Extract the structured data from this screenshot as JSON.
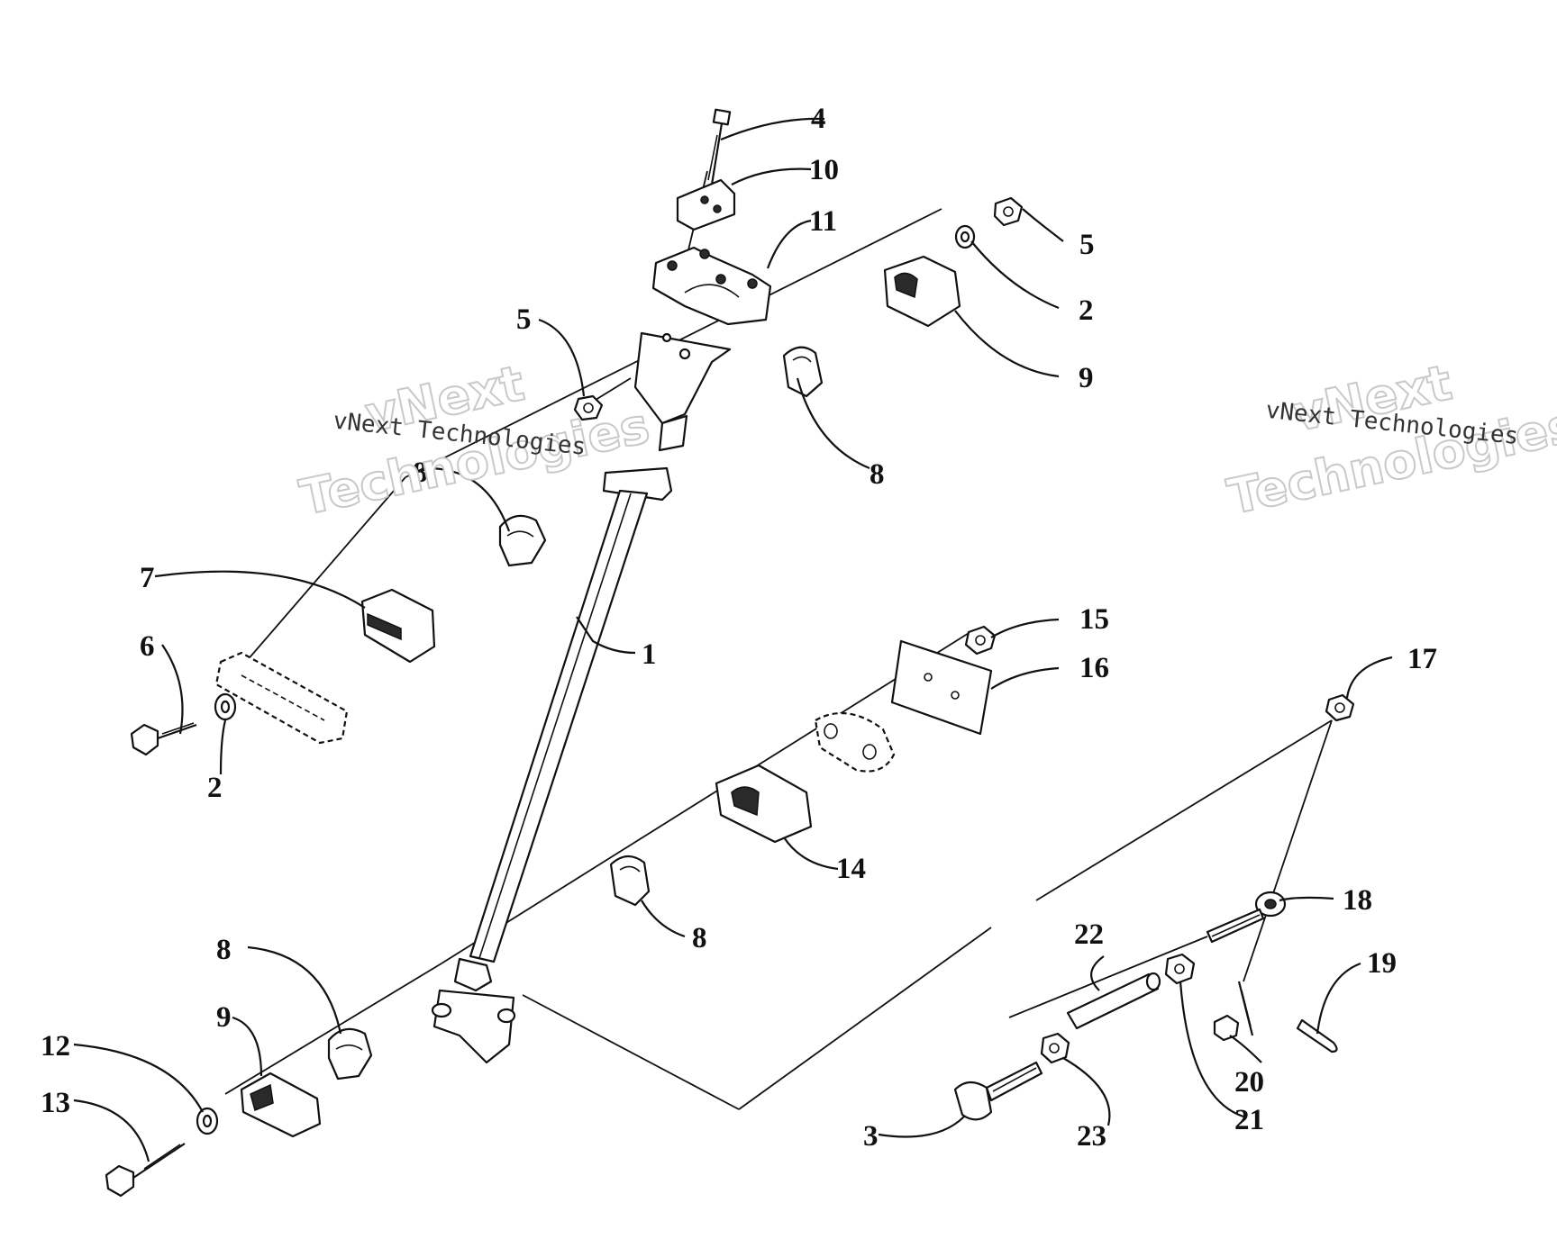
{
  "watermark": {
    "line1": "vNext",
    "line2": "Technologies",
    "full": "vNext Technologies"
  },
  "callouts": {
    "c1": "1",
    "c2a": "2",
    "c2b": "2",
    "c3": "3",
    "c4": "4",
    "c5a": "5",
    "c5b": "5",
    "c6": "6",
    "c7": "7",
    "c8a": "8",
    "c8b": "8",
    "c8c": "8",
    "c8d": "8",
    "c9a": "9",
    "c9b": "9",
    "c10": "10",
    "c11": "11",
    "c12": "12",
    "c13": "13",
    "c14": "14",
    "c15": "15",
    "c16": "16",
    "c17": "17",
    "c18": "18",
    "c19": "19",
    "c20": "20",
    "c21": "21",
    "c22": "22",
    "c23": "23"
  }
}
